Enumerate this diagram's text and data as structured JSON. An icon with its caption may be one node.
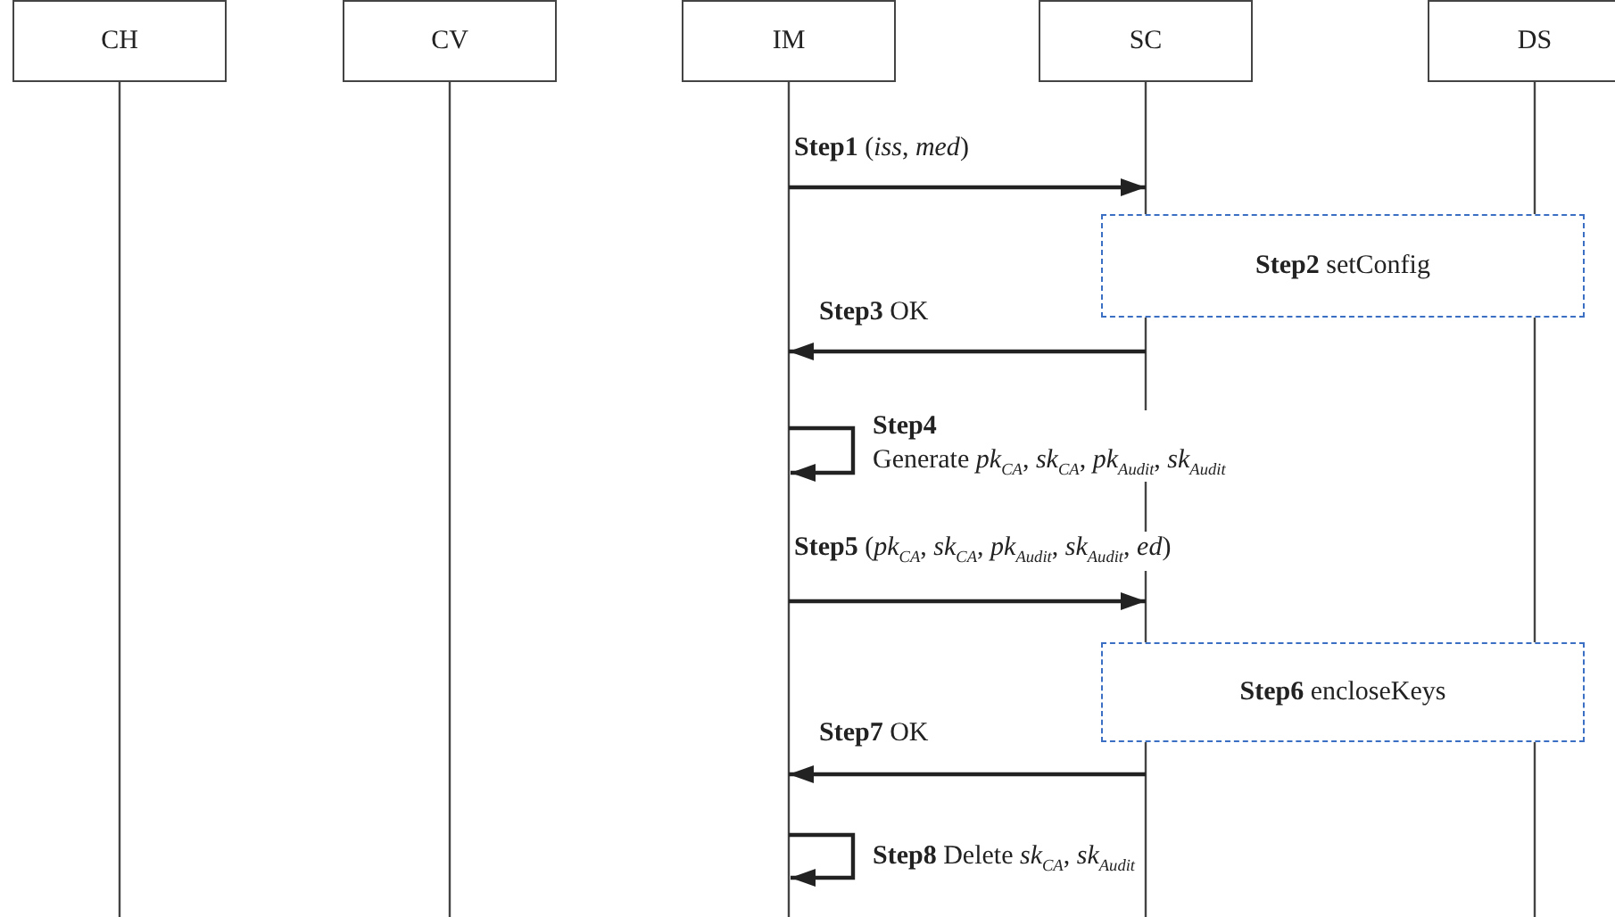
{
  "diagram": {
    "nodes": [
      {
        "text": [
          "CH"
        ]
      },
      {
        "text": [
          "CV"
        ]
      },
      {
        "text": [
          "IM"
        ]
      },
      {
        "text": [
          "SC"
        ]
      },
      {
        "text": [
          "DS"
        ]
      },
      {
        "text": [
          "**Step2** setConfig"
        ]
      },
      {
        "text": [
          "**Step6** encloseKeys"
        ]
      }
    ],
    "edges": [
      {
        "from": 2,
        "to": 3,
        "arrow": "to",
        "label": "**Step1** (*iss*, *med*)"
      },
      {
        "from": 3,
        "to": 2,
        "arrow": "to",
        "label": "**Step3** OK"
      },
      {
        "from": 2,
        "to": 2,
        "arrow": "to",
        "label": "**Step4** Generate *pk*$_{CA}$, *sk*$_{CA}$, *pk*$_{Audit}$, *sk*$_{Audit}$"
      },
      {
        "from": 2,
        "to": 3,
        "arrow": "to",
        "label": "**Step5** (*pk*$_{CA}$, *sk*$_{CA}$, *pk*$_{Audit}$, *sk*$_{Audit}$, *ed*)"
      },
      {
        "from": 3,
        "to": 2,
        "arrow": "to",
        "label": "**Step7** OK"
      },
      {
        "from": 2,
        "to": 2,
        "arrow": "to",
        "label": "**Step8** Delete *sk*$_{CA}$, *sk*$_{Audit}$"
      }
    ]
  }
}
